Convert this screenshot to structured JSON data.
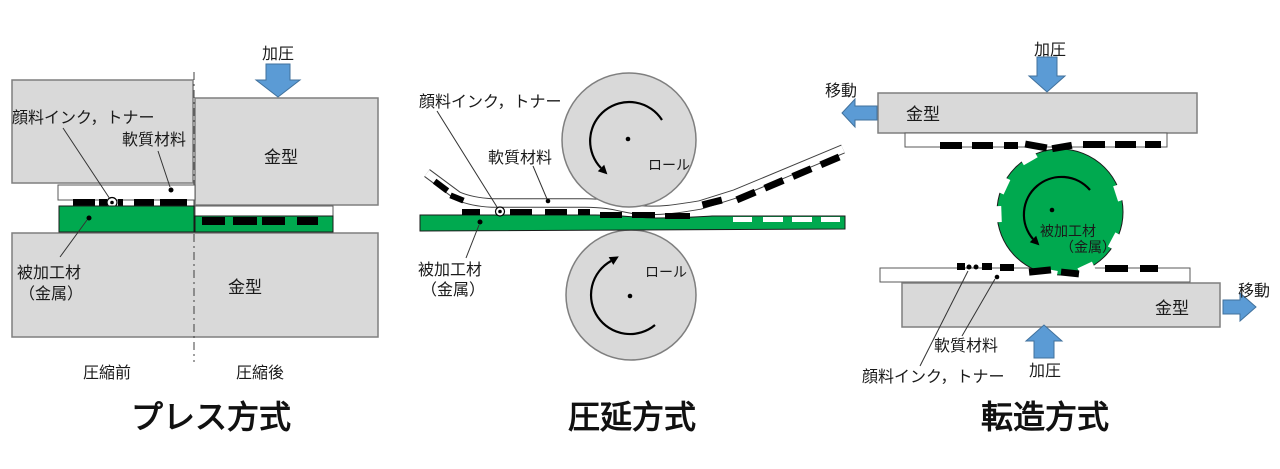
{
  "colors": {
    "green": "#00A94F",
    "gray_fill": "#D9D9D9",
    "gray_stroke": "#7F7F7F",
    "blue": "#5B9BD5",
    "blue_stroke": "#41719C"
  },
  "panels": {
    "press": {
      "title": "プレス方式",
      "labels": {
        "pressure": "加圧",
        "ink": "顔料インク，トナー",
        "soft": "軟質材料",
        "die_top": "金型",
        "die_bottom": "金型",
        "work1": "被加工材",
        "work2": "（金属）",
        "before": "圧縮前",
        "after": "圧縮後"
      }
    },
    "rolling": {
      "title": "圧延方式",
      "labels": {
        "ink": "顔料インク，トナー",
        "soft": "軟質材料",
        "roll": "ロール",
        "work1": "被加工材",
        "work2": "（金属）"
      }
    },
    "form_rolling": {
      "title": "転造方式",
      "labels": {
        "pressure": "加圧",
        "move": "移動",
        "die_top": "金型",
        "die_bottom": "金型",
        "work1": "被加工材",
        "work2": "（金属）",
        "soft": "軟質材料",
        "ink": "顔料インク，トナー"
      }
    }
  }
}
